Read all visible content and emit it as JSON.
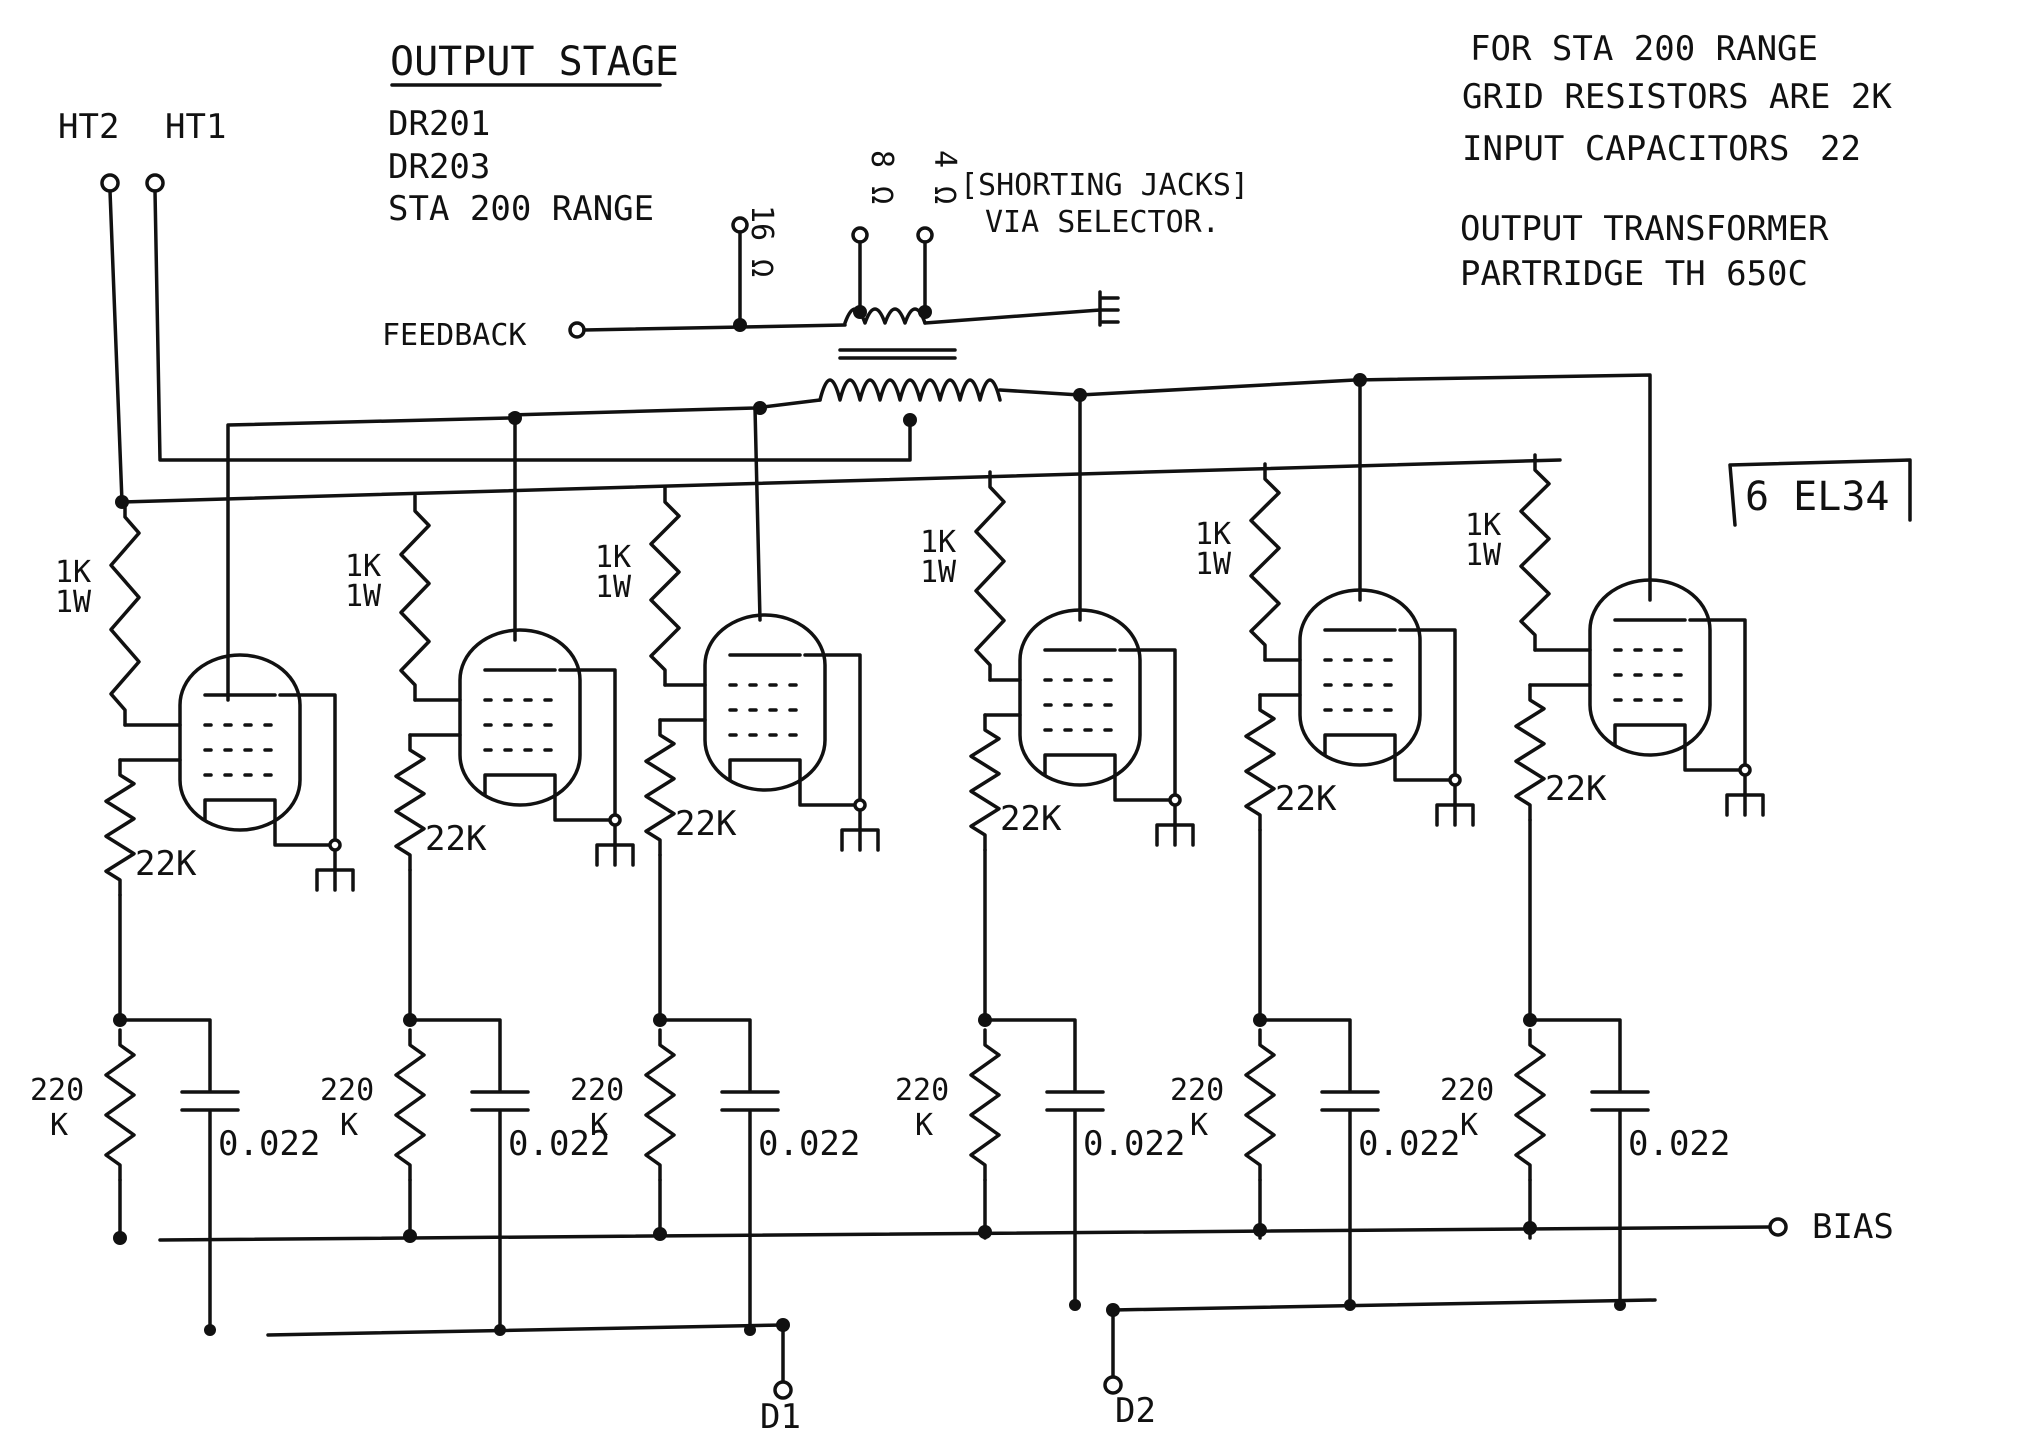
{
  "title": "OUTPUT STAGE",
  "models": [
    "DR201",
    "DR203",
    "STA 200 RANGE"
  ],
  "notes": {
    "for_range": "FOR STA 200 RANGE",
    "grid_resistors": "GRID RESISTORS ARE 2K",
    "input_caps": "INPUT CAPACITORS",
    "input_caps_value": "22",
    "output_transformer": "OUTPUT TRANSFORMER",
    "transformer_model": "PARTRIDGE TH 650C"
  },
  "tube_type": "6 EL34",
  "supply": {
    "ht2": "HT2",
    "ht1": "HT1"
  },
  "feedback_label": "FEEDBACK",
  "taps": [
    "16 Ω",
    "8 Ω",
    "4 Ω"
  ],
  "shorting_note_1": "[SHORTING JACKS]",
  "shorting_note_2": "VIA SELECTOR.",
  "bias_label": "BIAS",
  "drive": [
    "D1",
    "D2"
  ],
  "stages": [
    {
      "screen": "1K",
      "screen_w": "1W",
      "grid": "22K",
      "bias_r": "220",
      "bias_r_unit": "K",
      "cap": "0.022"
    },
    {
      "screen": "1K",
      "screen_w": "1W",
      "grid": "22K",
      "bias_r": "220",
      "bias_r_unit": "K",
      "cap": "0.022"
    },
    {
      "screen": "1K",
      "screen_w": "1W",
      "grid": "22K",
      "bias_r": "220",
      "bias_r_unit": "K",
      "cap": "0.022"
    },
    {
      "screen": "1K",
      "screen_w": "1W",
      "grid": "22K",
      "bias_r": "220",
      "bias_r_unit": "K",
      "cap": "0.022"
    },
    {
      "screen": "1K",
      "screen_w": "1W",
      "grid": "22K",
      "bias_r": "220",
      "bias_r_unit": "K",
      "cap": "0.022"
    },
    {
      "screen": "1K",
      "screen_w": "1W",
      "grid": "22K",
      "bias_r": "220",
      "bias_r_unit": "K",
      "cap": "0.022"
    }
  ]
}
